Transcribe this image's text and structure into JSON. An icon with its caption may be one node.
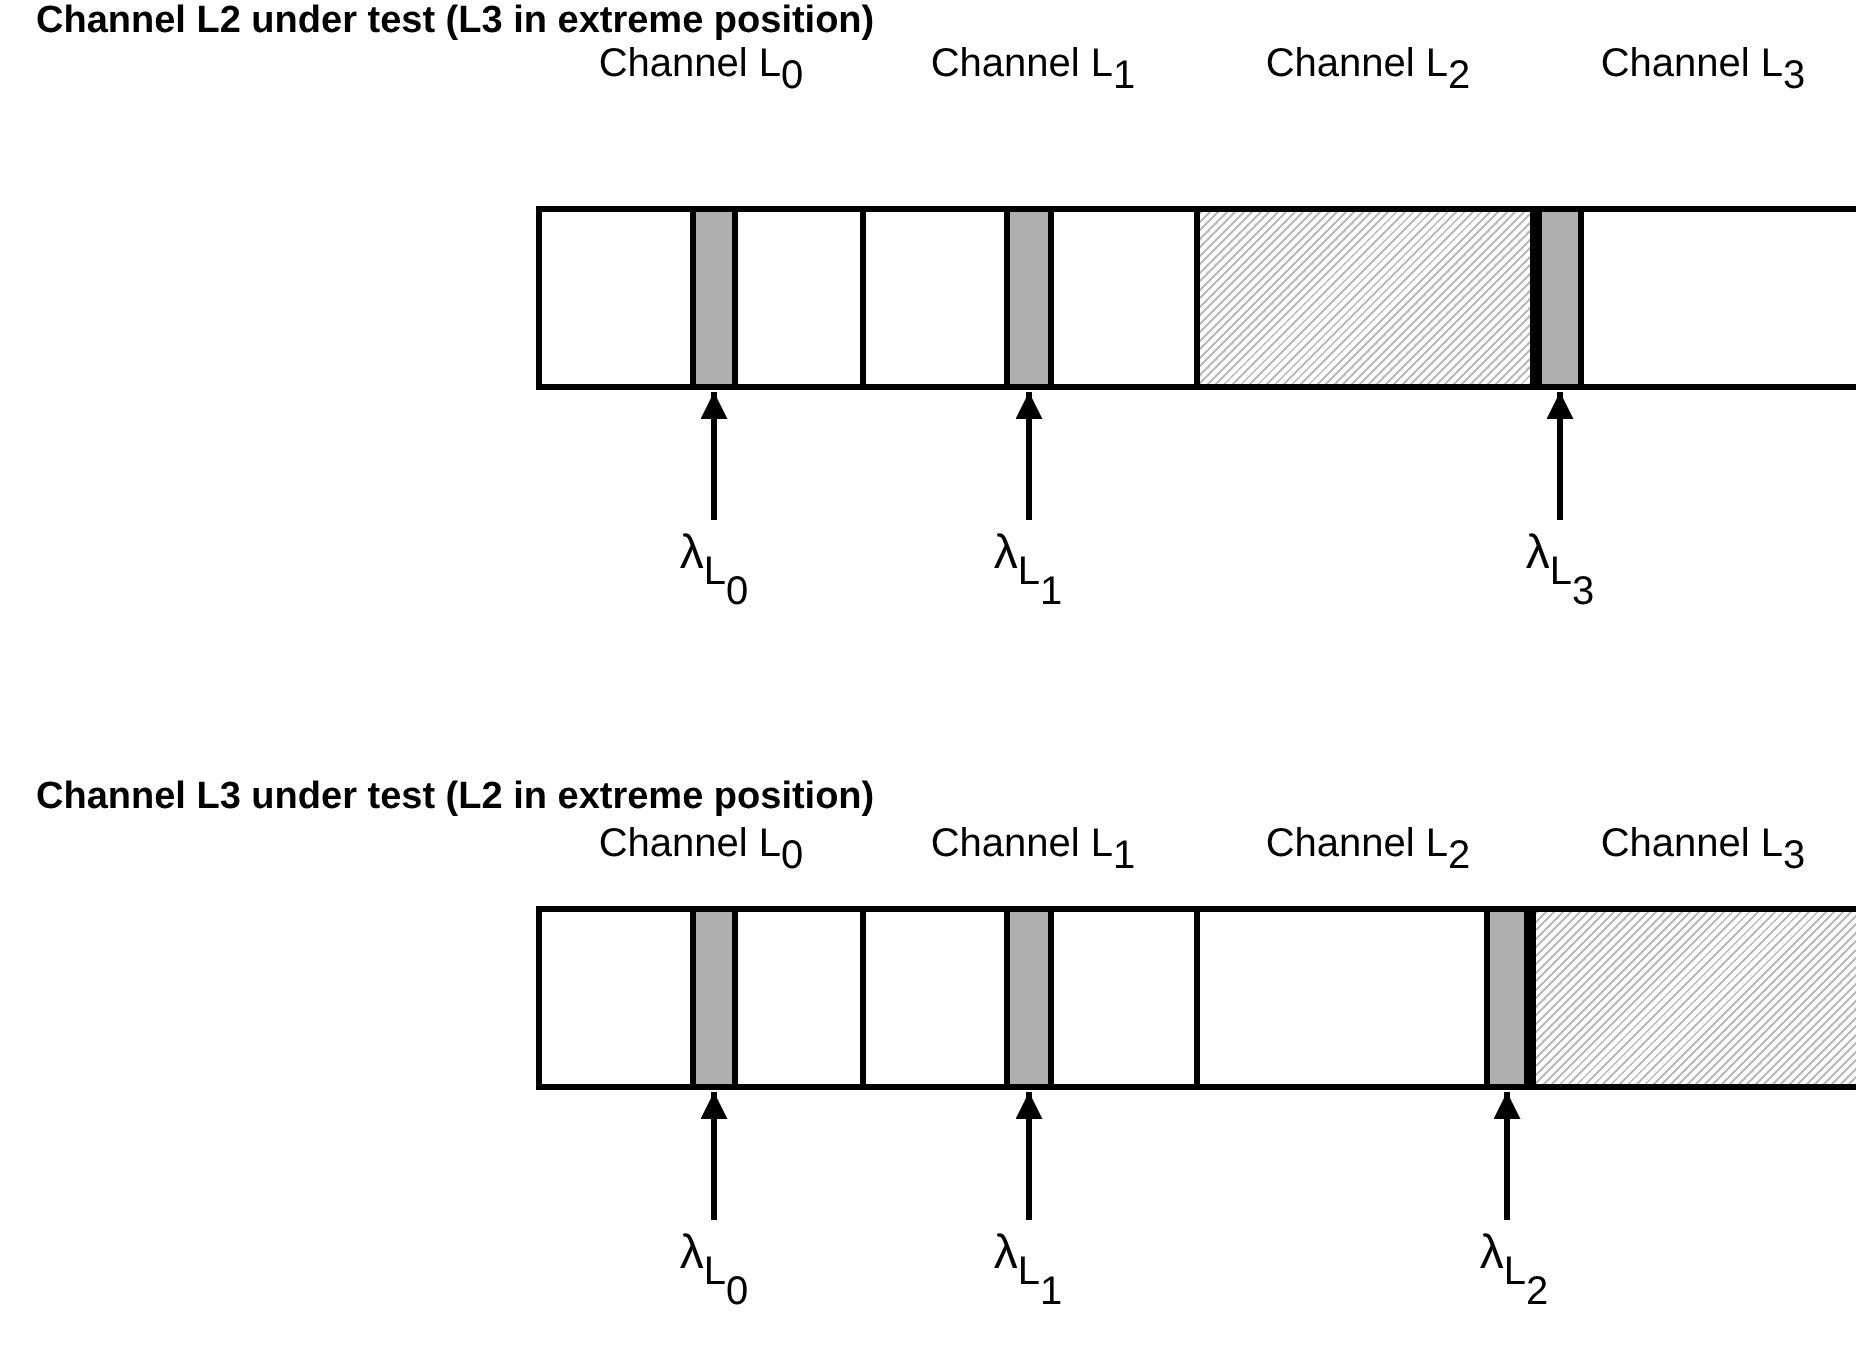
{
  "diagram": {
    "nodes": [
      {
        "text": [
          "Channel L$_{0}$"
        ]
      },
      {
        "text": [],
        "shape": "bar",
        "in": 0
      },
      {
        "text": [
          "Channel L$_{1}$"
        ]
      },
      {
        "text": [],
        "shape": "bar",
        "in": 2
      },
      {
        "text": [
          "Channel L$_{2}$"
        ]
      },
      {
        "text": [
          "Channel L$_{3}$"
        ]
      },
      {
        "text": [],
        "shape": "bar",
        "in": 5
      },
      {
        "text": [
          "λ$_{L}$$_{0}$"
        ]
      },
      {
        "text": [
          "λ$_{L}$$_{1}$"
        ]
      },
      {
        "text": [
          "λ$_{L}$$_{3}$"
        ]
      },
      {
        "text": [
          "Channel L$_{0}$"
        ]
      },
      {
        "text": [],
        "shape": "bar",
        "in": 10
      },
      {
        "text": [
          "Channel L$_{1}$"
        ]
      },
      {
        "text": [],
        "shape": "bar",
        "in": 12
      },
      {
        "text": [
          "Channel L$_{2}$"
        ]
      },
      {
        "text": [],
        "shape": "bar",
        "in": 14
      },
      {
        "text": [
          "Channel L$_{3}$"
        ]
      },
      {
        "text": [
          "λ$_{L}$$_{0}$"
        ]
      },
      {
        "text": [
          "λ$_{L}$$_{1}$"
        ]
      },
      {
        "text": [
          "λ$_{L}$$_{2}$"
        ]
      }
    ],
    "edges": [
      {
        "from": 7,
        "to": 1,
        "arrow": "to"
      },
      {
        "from": 8,
        "to": 3,
        "arrow": "to"
      },
      {
        "from": 9,
        "to": 6,
        "arrow": "to"
      },
      {
        "from": 17,
        "to": 11,
        "arrow": "to"
      },
      {
        "from": 18,
        "to": 13,
        "arrow": "to"
      },
      {
        "from": 19,
        "to": 15,
        "arrow": "to"
      }
    ],
    "labels": [
      "Channel L2 under test (L3 in extreme position)",
      "Channel L3 under test (L2 in extreme position)"
    ]
  }
}
